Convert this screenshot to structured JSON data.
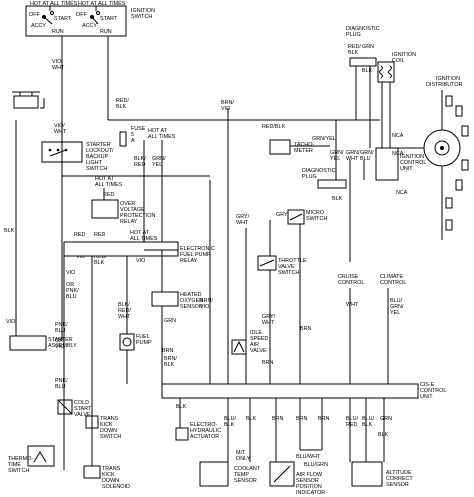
{
  "ignition_switch": {
    "hot_label_1": "HOT AT ALL TIMES",
    "hot_label_2": "HOT AT ALL TIMES",
    "title_1": "IGNITION",
    "title_2": "SWITCH",
    "off_1": "OFF",
    "start_1": "START",
    "accy_1": "ACCY",
    "run_1": "RUN",
    "off_2": "OFF",
    "start_2": "START",
    "accy_2": "ACCY",
    "run_2": "RUN"
  },
  "wires": {
    "vio_wht_top": "VIO/",
    "vio_wht_top2": "WHT",
    "vio_wht_left": "VIO/",
    "vio_wht_left2": "WHT",
    "red_blk_fuse": "RED/",
    "red_blk_fuse2": "BLK",
    "red_blk_main": "RED/BLK",
    "brn_vio_top": "BRN/",
    "brn_vio_top2": "VIO",
    "blk_red_1": "BLK/",
    "blk_red_1b": "RED",
    "grn_yel_1": "GRN/",
    "grn_yel_1b": "YEL",
    "grn_yel_tach": "GRN/YEL",
    "blk_left": "BLK",
    "red_fuse_relay": "RED",
    "red_2": "RED",
    "red_3": "RED",
    "red_blk_2": "RED/",
    "red_blk_2b": "BLK",
    "vio_1": "VIO",
    "vio_2": "VIO",
    "vio_3": "VIO",
    "pnk_blu_1": "PNK/",
    "pnk_blu_1b": "BLU",
    "pnk_blu_2": "PNK/",
    "pnk_blu_2b": "BLU",
    "pnk_blu_3": "PNK/",
    "pnk_blu_3b": "BLU",
    "or_vio_1": "OR",
    "or_vio_1b": "VIO",
    "or_vio_2": "OR",
    "or_vio_2b": "VIO",
    "blk_red_wht": "BLK/",
    "blk_red_wht2": "RED/",
    "blk_red_wht3": "WHT",
    "grn": "GRN",
    "grn_2": "GRN",
    "brn_1": "BRN",
    "brn_2": "BRN",
    "brn_3": "BRN",
    "brn_blk": "BRN/",
    "brn_blk2": "BLK",
    "gry_wht_1": "GRY/",
    "gry_wht_1b": "WHT",
    "gry_wht_2": "GRY/",
    "gry_wht_2b": "WHT",
    "gry_red": "GRY/RED",
    "red_blk_dp": "RED/",
    "red_blk_dp2": "BLK",
    "grn_yel_dp": "GRN/",
    "grn_yel_dp2": "YEL",
    "grn_wht": "GRN/",
    "grn_wht2": "WHT",
    "grn_blu": "GRN/",
    "grn_blu2": "BLU",
    "blk_grn": "BLK",
    "blk_dp": "BLK",
    "wht_cruise": "WHT",
    "blu_grn_yel": "BLU/",
    "blu_grn_yel2": "GRN/",
    "blu_grn_yel3": "YEL",
    "blu_blk": "BLU/",
    "blu_blk2": "BLK",
    "blk_b": "BLK",
    "blk_c": "BLK",
    "blu_wht": "BLU/WHT",
    "blu_grn": "BLU/GRN",
    "blu_red": "BLU/",
    "blu_red2": "RED",
    "blu_blk_b": "BLU/",
    "blu_blk_b2": "BLK",
    "grn_b": "GRN",
    "blk_d": "BLK",
    "brn_vio_lower": "BRN/",
    "brn_vio_lower2": "VIO",
    "blk_bottom": "BLK"
  },
  "components": {
    "diag_plug_top_1": "DIAGNOSTIC",
    "diag_plug_top_2": "PLUG",
    "ignition_coil_1": "IGNITION",
    "ignition_coil_2": "COIL",
    "ignition_dist_1": "IGNITION",
    "ignition_dist_2": "DISTRIBUTOR",
    "nca_1": "NCA",
    "nca_2": "NCA",
    "nca_3": "NCA",
    "icu_1": "IGNITION",
    "icu_2": "CONTROL",
    "icu_3": "UNIT",
    "fuse_1": "FUSE",
    "fuse_2": "5",
    "fuse_3": "A",
    "hot_fuse_1": "HOT AT",
    "hot_fuse_2": "ALL TIMES",
    "hot_relay_1": "HOT AT",
    "hot_relay_2": "ALL TIMES",
    "hot_efp_1": "HOT AT",
    "hot_efp_2": "ALL TIMES",
    "tach_1": "TACHO-",
    "tach_2": "METER",
    "diag_plug_2_1": "DIAGNOSTIC",
    "diag_plug_2_2": "PLUG",
    "starter_lockout_1": "STARTER",
    "starter_lockout_2": "LOCKOUT/",
    "starter_lockout_3": "BACKUP",
    "starter_lockout_4": "LIGHT",
    "starter_lockout_5": "SWITCH",
    "ovp_1": "OVER",
    "ovp_2": "VOLTAGE",
    "ovp_3": "PROTECTION",
    "ovp_4": "RELAY",
    "efp_1": "ELECTRONIC",
    "efp_2": "FUEL PUMP",
    "efp_3": "RELAY",
    "micro_1": "MICRO",
    "micro_2": "SWITCH",
    "throttle_1": "THROTTLE",
    "throttle_2": "VALVE",
    "throttle_3": "SWITCH",
    "heated_o2_1": "HEATED",
    "heated_o2_2": "OXYGEN",
    "heated_o2_3": "SENSOR",
    "fuel_pump_1": "FUEL",
    "fuel_pump_2": "PUMP",
    "idle_1": "IDLE",
    "idle_2": "SPEED",
    "idle_3": "AIR",
    "idle_4": "VALVE",
    "cruise_1": "CRUISE",
    "cruise_2": "CONTROL",
    "climate_1": "CLIMATE",
    "climate_2": "CONTROL",
    "starter_1": "STARTER",
    "starter_2": "ASSEMBLY",
    "cold_start_1": "COLD",
    "cold_start_2": "START",
    "cold_start_3": "VALVE",
    "trans_kd_sw_1": "TRANS",
    "trans_kd_sw_2": "KICK",
    "trans_kd_sw_3": "DOWN",
    "trans_kd_sw_4": "SWITCH",
    "thermo_1": "THERMO-",
    "thermo_2": "TIME",
    "thermo_3": "SWITCH",
    "trans_kd_sol_1": "TRANS",
    "trans_kd_sol_2": "KICK",
    "trans_kd_sol_3": "DOWN",
    "trans_kd_sol_4": "SOLENOID",
    "cise_1": "CIS-E",
    "cise_2": "CONTROL",
    "cise_3": "UNIT",
    "ehact_1": "ELECTRO-",
    "ehact_2": "HYDRAULIC",
    "ehact_3": "ACTUATOR",
    "mt_only_1": "M/T",
    "mt_only_2": "ONLY",
    "coolant_1": "COOLANT",
    "coolant_2": "TEMP",
    "coolant_3": "SENSOR",
    "airflow_1": "AIR FLOW",
    "airflow_2": "SENSOR",
    "airflow_3": "POSITION",
    "airflow_4": "INDICATOR",
    "altitude_1": "ALTITUDE",
    "altitude_2": "CORRECT",
    "altitude_3": "SENSOR"
  }
}
